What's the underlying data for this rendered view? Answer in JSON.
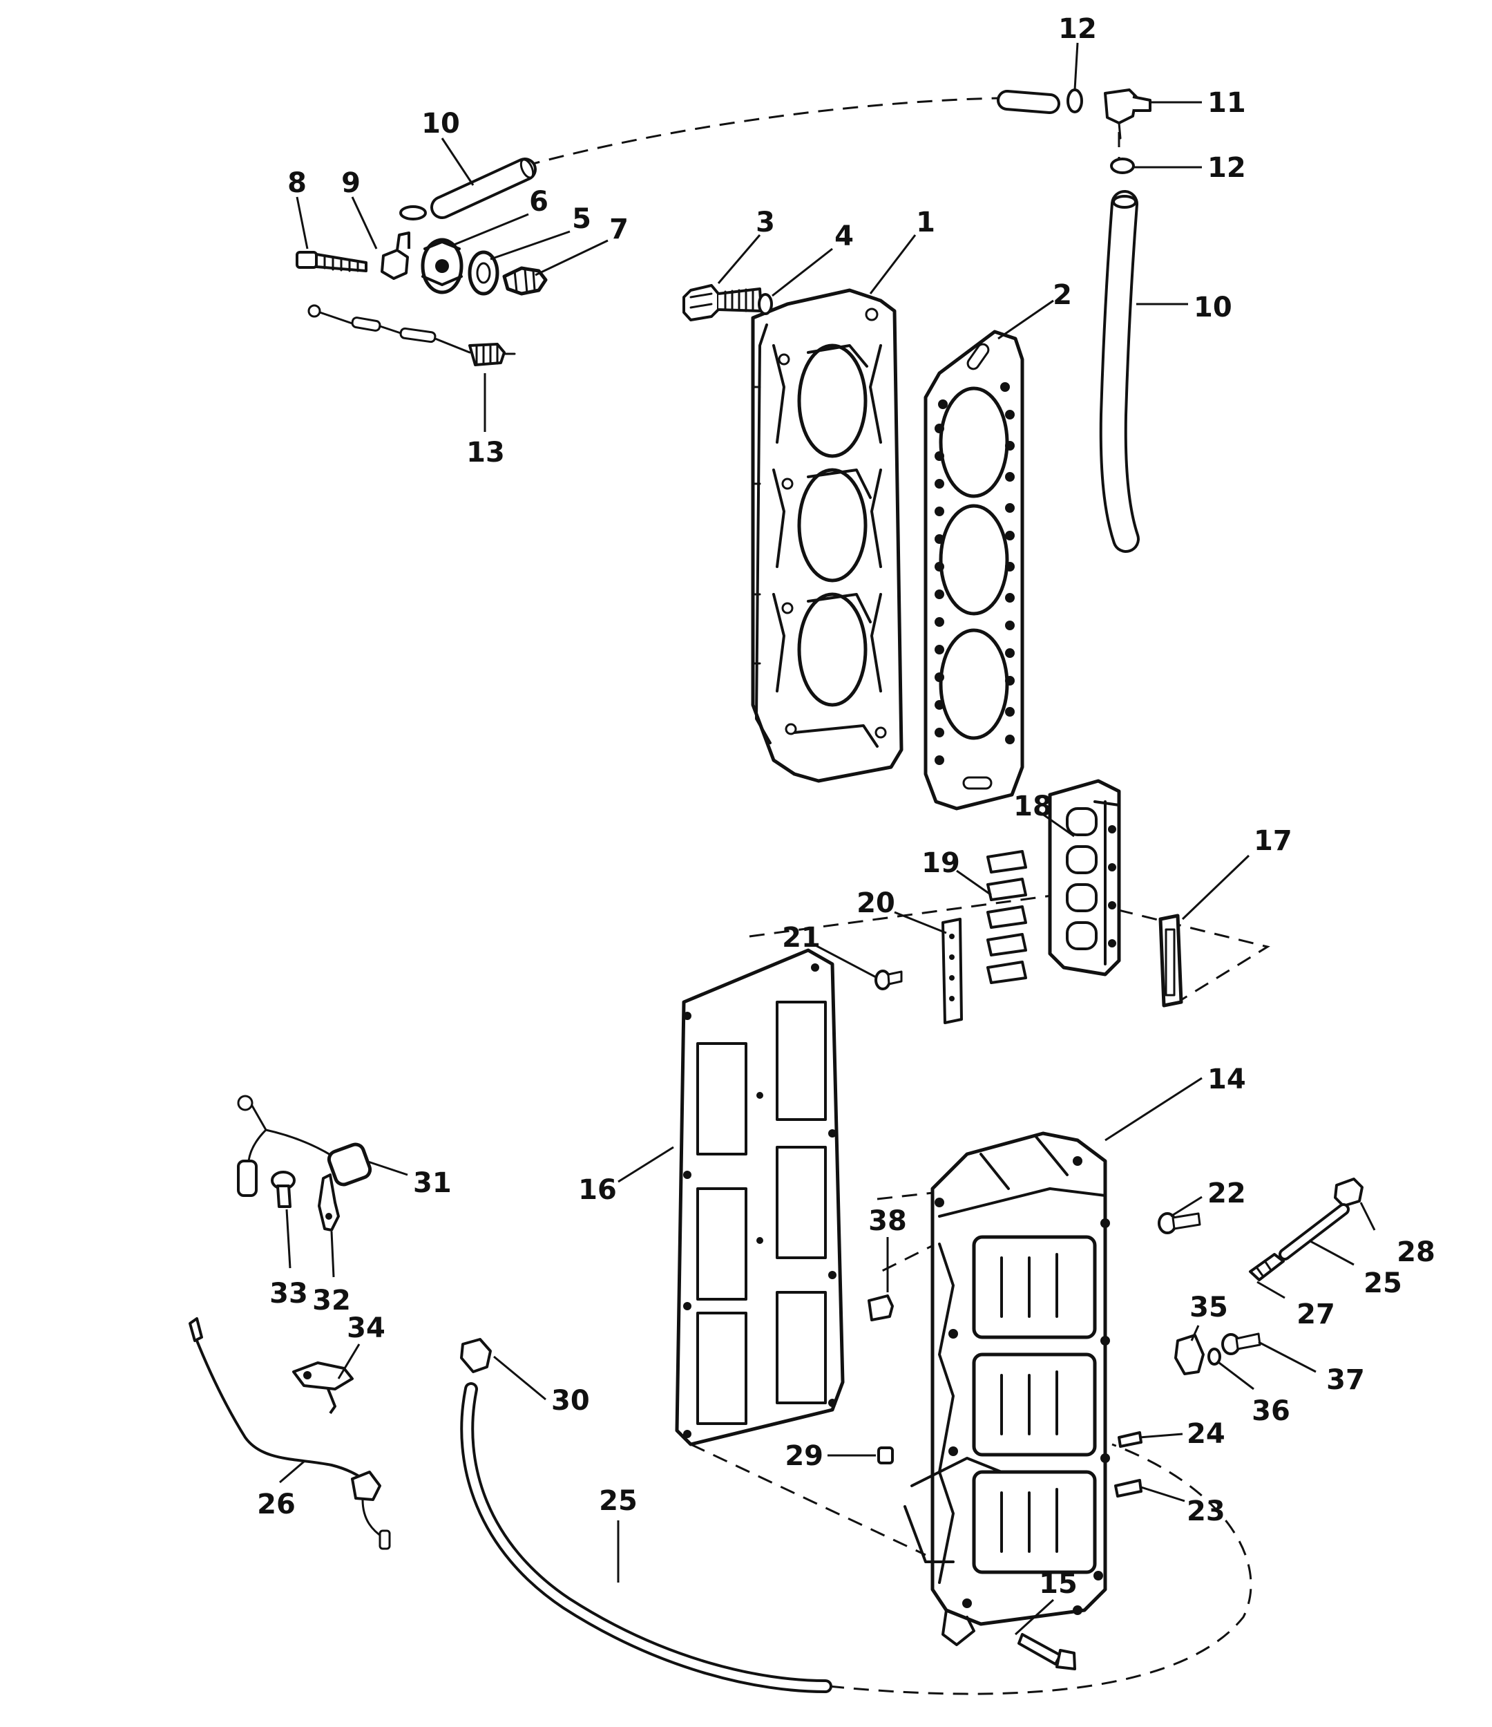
{
  "diagram": {
    "callouts": [
      {
        "id": "c1",
        "label": "1"
      },
      {
        "id": "c2",
        "label": "2"
      },
      {
        "id": "c3",
        "label": "3"
      },
      {
        "id": "c4",
        "label": "4"
      },
      {
        "id": "c5",
        "label": "5"
      },
      {
        "id": "c6",
        "label": "6"
      },
      {
        "id": "c7",
        "label": "7"
      },
      {
        "id": "c8",
        "label": "8"
      },
      {
        "id": "c9",
        "label": "9"
      },
      {
        "id": "c10a",
        "label": "10"
      },
      {
        "id": "c10b",
        "label": "10"
      },
      {
        "id": "c11",
        "label": "11"
      },
      {
        "id": "c12a",
        "label": "12"
      },
      {
        "id": "c12b",
        "label": "12"
      },
      {
        "id": "c13",
        "label": "13"
      },
      {
        "id": "c14",
        "label": "14"
      },
      {
        "id": "c15",
        "label": "15"
      },
      {
        "id": "c16",
        "label": "16"
      },
      {
        "id": "c17",
        "label": "17"
      },
      {
        "id": "c18",
        "label": "18"
      },
      {
        "id": "c19",
        "label": "19"
      },
      {
        "id": "c20",
        "label": "20"
      },
      {
        "id": "c21",
        "label": "21"
      },
      {
        "id": "c22",
        "label": "22"
      },
      {
        "id": "c23",
        "label": "23"
      },
      {
        "id": "c24",
        "label": "24"
      },
      {
        "id": "c25a",
        "label": "25"
      },
      {
        "id": "c25b",
        "label": "25"
      },
      {
        "id": "c26",
        "label": "26"
      },
      {
        "id": "c27",
        "label": "27"
      },
      {
        "id": "c28",
        "label": "28"
      },
      {
        "id": "c29",
        "label": "29"
      },
      {
        "id": "c30",
        "label": "30"
      },
      {
        "id": "c31",
        "label": "31"
      },
      {
        "id": "c32",
        "label": "32"
      },
      {
        "id": "c33",
        "label": "33"
      },
      {
        "id": "c34",
        "label": "34"
      },
      {
        "id": "c35",
        "label": "35"
      },
      {
        "id": "c36",
        "label": "36"
      },
      {
        "id": "c37",
        "label": "37"
      },
      {
        "id": "c38",
        "label": "38"
      }
    ]
  }
}
